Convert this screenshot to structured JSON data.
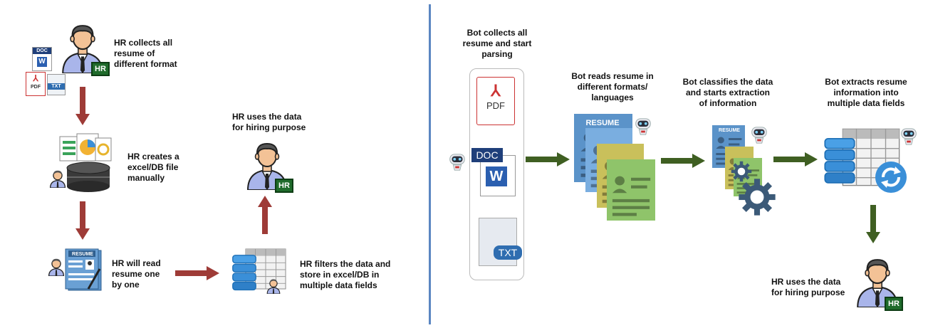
{
  "manual": {
    "step1": "HR collects all\nresume of\ndifferent format",
    "step2": "HR creates a\nexcel/DB file\nmanually",
    "step3": "HR will read\nresume one\nby one",
    "step4": "HR filters the data and\nstore in excel/DB in\nmultiple data fields",
    "step5": "HR uses the data\nfor hiring purpose"
  },
  "automated": {
    "step1": "Bot collects all\nresume and start\nparsing",
    "step2": "Bot reads resume in\ndifferent formats/\nlanguages",
    "step3": "Bot classifies the data\nand starts extraction\nof information",
    "step4": "Bot extracts resume\ninformation into\nmultiple data fields",
    "step5": "HR uses the data\nfor hiring purpose"
  },
  "badges": {
    "hr": "HR",
    "resume": "RESUME"
  },
  "file_types": {
    "pdf": "PDF",
    "doc": "DOC",
    "txt": "TXT"
  },
  "colors": {
    "manual_arrow": "#9e3b37",
    "auto_arrow": "#3f5f22",
    "divider": "#5b86c2",
    "person_shirt": "#a9b5ea",
    "db_blue": "#3a8fd8",
    "resume_blue": "#5b93c9",
    "resume_yellow": "#c9c05b",
    "resume_green": "#8fc46a"
  }
}
